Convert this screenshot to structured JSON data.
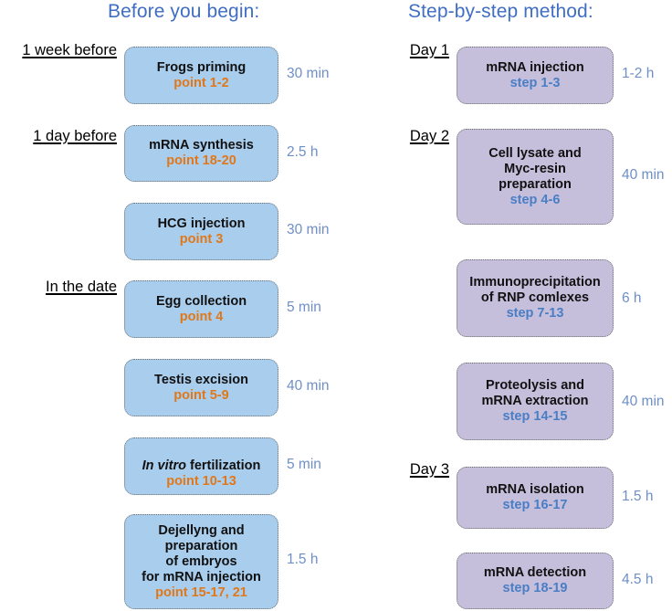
{
  "columns": {
    "left": {
      "title": "Before you begin:",
      "groups": [
        {
          "label": "1 week before"
        },
        {
          "label": "1 day before"
        },
        {
          "label": "In the date"
        }
      ],
      "steps": [
        {
          "title": "Frogs priming",
          "ref": "point 1-2",
          "duration": "30 min",
          "italic_prefix": ""
        },
        {
          "title": "mRNA synthesis",
          "ref": "point 18-20",
          "duration": "2.5 h",
          "italic_prefix": ""
        },
        {
          "title": "HCG injection",
          "ref": "point 3",
          "duration": "30 min",
          "italic_prefix": ""
        },
        {
          "title": "Egg collection",
          "ref": "point 4",
          "duration": "5 min",
          "italic_prefix": ""
        },
        {
          "title": "Testis excision",
          "ref": "point 5-9",
          "duration": "40 min",
          "italic_prefix": ""
        },
        {
          "title": "fertilization",
          "ref": "point 10-13",
          "duration": "5 min",
          "italic_prefix": "In vitro"
        },
        {
          "title": "Dejellyng and\npreparation\nof embryos\nfor mRNA injection",
          "ref": "point 15-17, 21",
          "duration": "1.5 h",
          "italic_prefix": ""
        }
      ]
    },
    "right": {
      "title": "Step-by-step method:",
      "groups": [
        {
          "label": "Day 1"
        },
        {
          "label": "Day 2"
        },
        {
          "label": "Day 3"
        }
      ],
      "steps": [
        {
          "title": "mRNA injection",
          "ref": "step 1-3",
          "duration": "1-2 h"
        },
        {
          "title": "Cell lysate and\nMyc-resin\npreparation",
          "ref": "step 4-6",
          "duration": "40 min"
        },
        {
          "title": "Immunoprecipitation\nof RNP comlexes",
          "ref": "step 7-13",
          "duration": "6 h"
        },
        {
          "title": "Proteolysis and\nmRNA extraction",
          "ref": "step 14-15",
          "duration": "40 min"
        },
        {
          "title": "mRNA isolation",
          "ref": "step 16-17",
          "duration": "1.5 h"
        },
        {
          "title": "mRNA detection",
          "ref": "step 18-19",
          "duration": "4.5 h"
        }
      ]
    }
  },
  "colors": {
    "heading_blue": "#3f6ec4",
    "box_blue_fill": "#a9cded",
    "box_purple_fill": "#c6bfdc",
    "point_orange": "#e0781a",
    "step_blue": "#4a7ec4",
    "duration_blue": "#6f8fc8"
  }
}
